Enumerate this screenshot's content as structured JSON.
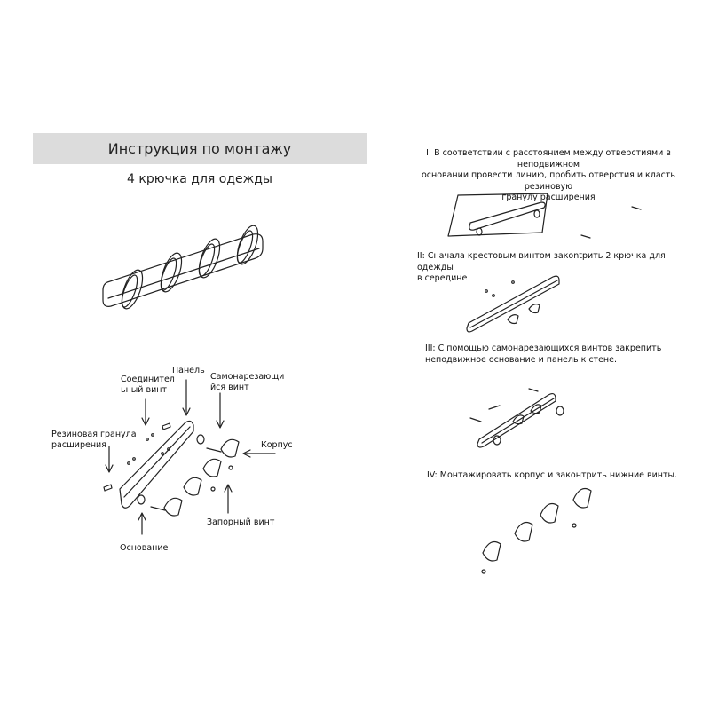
{
  "title": "Инструкция по монтажу",
  "subtitle": "4 крючка для одежды",
  "labels": {
    "connecting_screw": [
      "Соединител",
      "ьный винт"
    ],
    "panel": "Панель",
    "self_tapping_screw": [
      "Самонарезающи",
      "йся винт"
    ],
    "rubber_granule": [
      "Резиновая гранула",
      "расширения"
    ],
    "body": "Корпус",
    "locking_screw": "Запорный винт",
    "base": "Основание"
  },
  "steps": [
    {
      "lines": [
        "I: В соответствии с расстоянием между отверстиями в неподвижном",
        "основании провести линию, пробить отверстия и класть резиновую",
        "гранулу расширения"
      ]
    },
    {
      "lines": [
        "II: Сначала крестовым винтом закontрить 2 крючка для одежды",
        "в середине"
      ]
    },
    {
      "lines": [
        "III: С помощью самонарезающихся винтов закрепить",
        "неподвижное основание и панель к стене."
      ]
    },
    {
      "lines": [
        "IV: Монтажировать корпус и законтрить нижние винты."
      ]
    }
  ]
}
